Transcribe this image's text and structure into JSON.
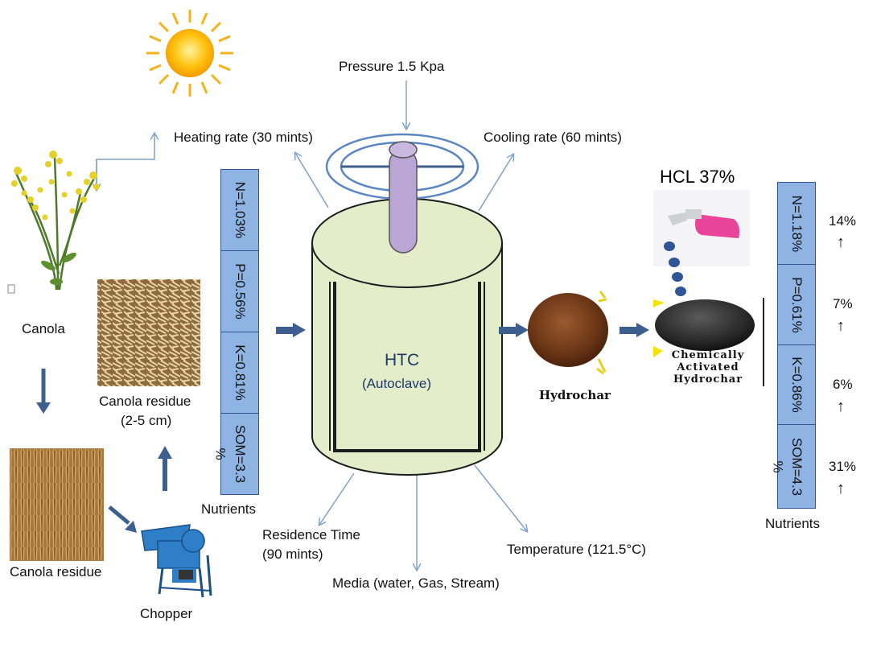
{
  "process_labels": {
    "pressure": "Pressure 1.5 Kpa",
    "heating_rate": "Heating rate (30 mints)",
    "cooling_rate": "Cooling rate (60 mints)",
    "residence_time_line1": "Residence Time",
    "residence_time_line2": "(90 mints)",
    "media": "Media (water, Gas, Stream)",
    "temperature": "Temperature (121.5°C)"
  },
  "reactor": {
    "title": "HTC",
    "subtitle": "(Autoclave)"
  },
  "feedstock": {
    "canola": "Canola",
    "canola_residue_field": "Canola residue",
    "canola_residue_chopped_line1": "Canola residue",
    "canola_residue_chopped_line2": "(2-5 cm)",
    "chopper": "Chopper"
  },
  "products": {
    "hydrochar": "Hydrochar",
    "hcl": "HCL 37%",
    "activated_line1": "Chemically",
    "activated_line2": "Activated",
    "activated_line3": "Hydrochar"
  },
  "nutrients_before": {
    "label": "Nutrients",
    "items": [
      "N=1.03%",
      "P=0.56%",
      "K=0.81%",
      "SOM=3.3"
    ],
    "overflow_symbol": "%"
  },
  "nutrients_after": {
    "label": "Nutrients",
    "items": [
      "N=1.18%",
      "P=0.61%",
      "K=0.86%",
      "SOM=4.3"
    ],
    "overflow_symbol": "%",
    "increases": [
      "14%",
      "7%",
      "6%",
      "31%"
    ],
    "increase_symbol": "↑"
  },
  "colors": {
    "arrow_blue": "#3c5f8f",
    "thin_arrow": "#7fa3c9",
    "reactor_fill": "#e4edc9",
    "reactor_stroke": "#1c1c1c",
    "nutrient_cell": "#8fb4e3",
    "shaft": "#b9a6d4",
    "ring": "#5b86c5"
  }
}
